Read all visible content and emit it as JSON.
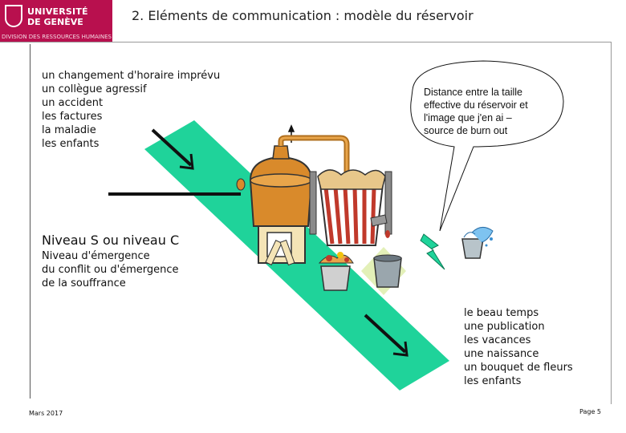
{
  "header": {
    "logo": {
      "line1": "UNIVERSITÉ",
      "line2": "DE GENÈVE",
      "line3": "DIVISION DES RESSOURCES HUMAINES"
    },
    "title": "2. Eléments de communication : modèle du réservoir"
  },
  "left_list": {
    "items": [
      "un changement d'horaire imprévu",
      "un collègue agressif",
      "un accident",
      "les factures",
      "la maladie",
      "les enfants"
    ]
  },
  "speech_bubble": {
    "lines": [
      "Distance entre la taille",
      "effective du réservoir et",
      "l'image que j'en ai –",
      "source de burn out"
    ]
  },
  "level": {
    "title": "Niveau S ou niveau C",
    "lines": [
      "Niveau d'émergence",
      "du conflit  ou d'émergence",
      "de la souffrance"
    ]
  },
  "right_list": {
    "items": [
      "le beau temps",
      "une publication",
      "les vacances",
      "une naissance",
      "un bouquet de fleurs",
      "les enfants"
    ]
  },
  "footer": {
    "date": "Mars 2017",
    "page": "Page 5"
  },
  "colors": {
    "brand": "#b8104e",
    "band": "#1fd39a",
    "still_copper": "#d98a2b",
    "bucket_red": "#c0392b"
  }
}
